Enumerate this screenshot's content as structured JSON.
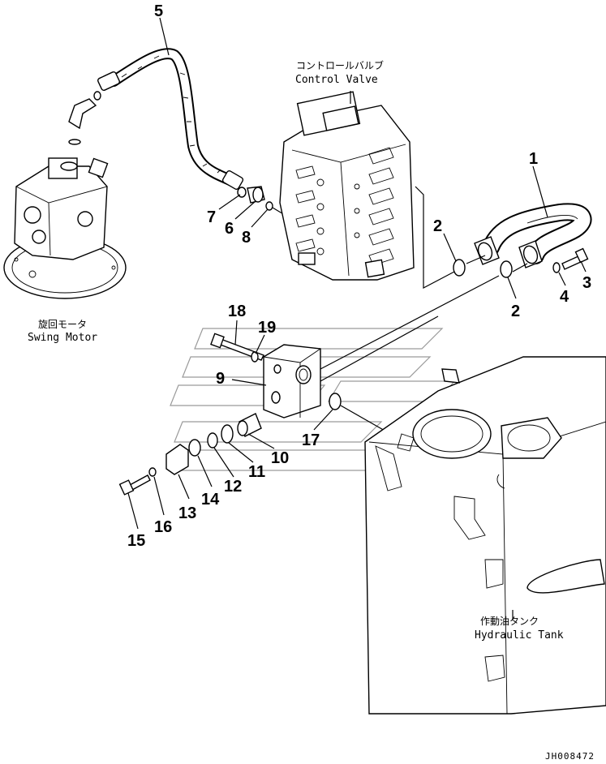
{
  "document_id": "JH008472",
  "components": {
    "control_valve": {
      "label_jp": "コントロールバルブ",
      "label_en": "Control Valve"
    },
    "swing_motor": {
      "label_jp": "旋回モータ",
      "label_en": "Swing Motor"
    },
    "hydraulic_tank": {
      "label_jp": "作動油タンク",
      "label_en": "Hydraulic Tank"
    }
  },
  "callouts": [
    {
      "id": "c1",
      "text": "1"
    },
    {
      "id": "c2a",
      "text": "2"
    },
    {
      "id": "c2b",
      "text": "2"
    },
    {
      "id": "c3",
      "text": "3"
    },
    {
      "id": "c4",
      "text": "4"
    },
    {
      "id": "c5",
      "text": "5"
    },
    {
      "id": "c6",
      "text": "6"
    },
    {
      "id": "c7",
      "text": "7"
    },
    {
      "id": "c8",
      "text": "8"
    },
    {
      "id": "c9",
      "text": "9"
    },
    {
      "id": "c10",
      "text": "10"
    },
    {
      "id": "c11",
      "text": "11"
    },
    {
      "id": "c12",
      "text": "12"
    },
    {
      "id": "c13",
      "text": "13"
    },
    {
      "id": "c14",
      "text": "14"
    },
    {
      "id": "c15",
      "text": "15"
    },
    {
      "id": "c16",
      "text": "16"
    },
    {
      "id": "c17",
      "text": "17"
    },
    {
      "id": "c18",
      "text": "18"
    },
    {
      "id": "c19",
      "text": "19"
    }
  ]
}
